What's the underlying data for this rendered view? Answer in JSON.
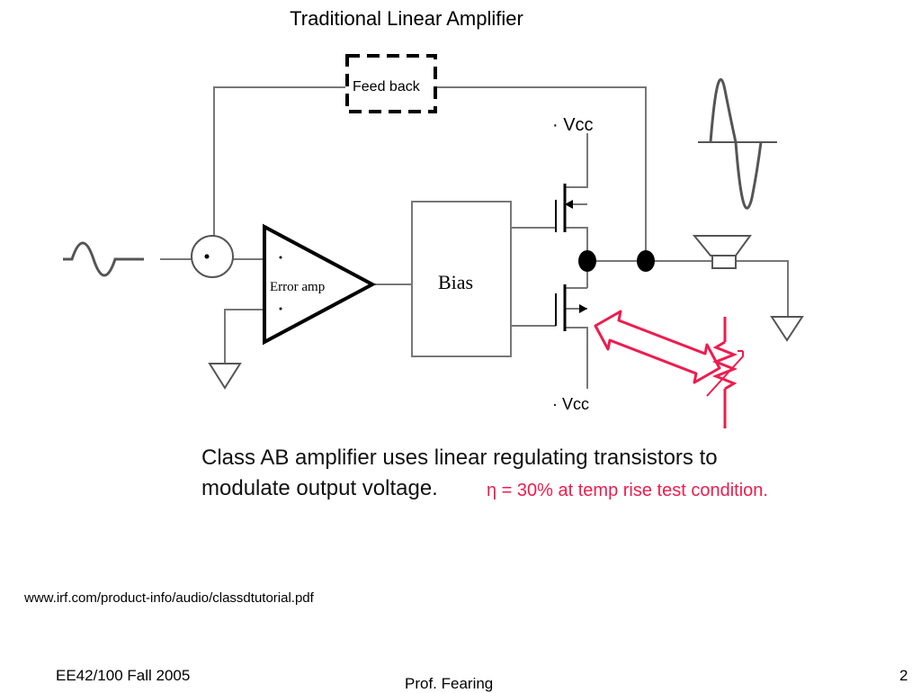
{
  "slide": {
    "title": "Traditional Linear Amplifier",
    "url": "www.irf.com/product-info/audio/classdtutorial.pdf",
    "footer_left": "EE42/100 Fall 2005",
    "footer_center": "Prof. Fearing",
    "page_number": "2"
  },
  "diagram": {
    "feedback_label": "Feed back",
    "error_amp_label": "Error amp",
    "bias_label": "Bias",
    "vcc_top_label": "· Vcc",
    "vcc_bottom_label": "· Vcc",
    "caption_line1": "Class AB amplifier uses linear regulating transistors to",
    "caption_line2": "modulate output voltage.",
    "efficiency_note": "η = 30% at temp rise test condition.",
    "accent_color": "#ee1c4d"
  }
}
